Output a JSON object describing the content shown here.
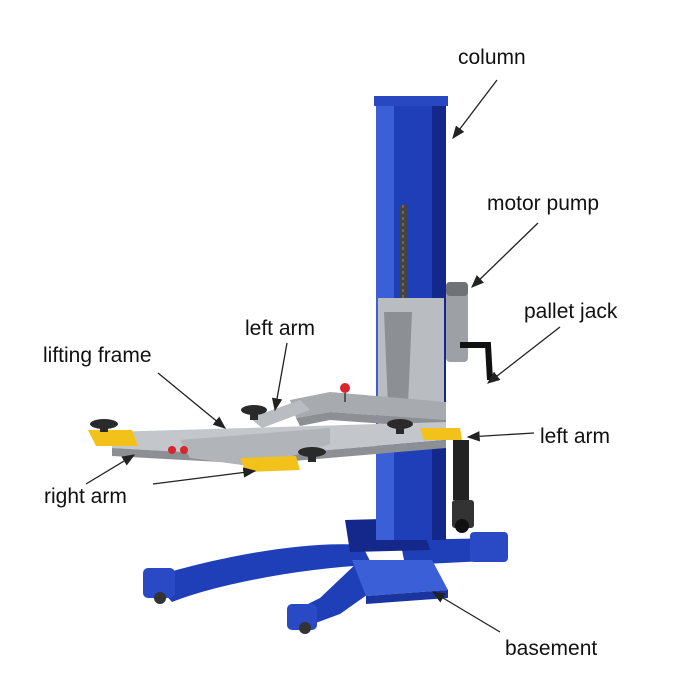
{
  "diagram": {
    "labels": {
      "column": "column",
      "motor_pump": "motor pump",
      "pallet_jack": "pallet jack",
      "left_arm_top": "left arm",
      "lifting_frame": "lifting frame",
      "left_arm_right": "left arm",
      "right_arm": "right arm",
      "basement": "basement"
    },
    "colors": {
      "column": "#1f3fb8",
      "column_dark": "#13288a",
      "column_light": "#3a5fd6",
      "frame": "#b9bcc0",
      "frame_dark": "#8c8f94",
      "pad_yellow": "#f2c21a",
      "pad_black": "#2a2a2a",
      "knob_red": "#d7262c",
      "motor": "#9da0a5",
      "chain": "#444444"
    }
  }
}
